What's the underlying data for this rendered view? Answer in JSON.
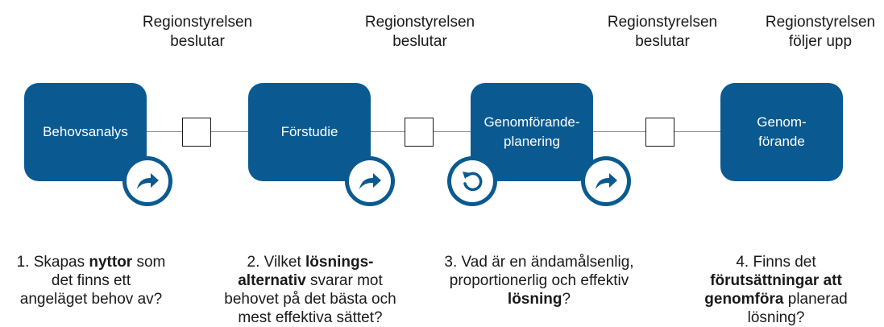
{
  "decisions": [
    {
      "line1": "Regionstyrelsen",
      "line2": "beslutar"
    },
    {
      "line1": "Regionstyrelsen",
      "line2": "beslutar"
    },
    {
      "line1": "Regionstyrelsen",
      "line2": "beslutar"
    },
    {
      "line1": "Regionstyrelsen",
      "line2": "följer upp"
    }
  ],
  "stages": [
    {
      "label": "Behovsanalys"
    },
    {
      "label": "Förstudie"
    },
    {
      "label": "Genomförande-\nplanering"
    },
    {
      "label": "Genom-\nförande"
    }
  ],
  "badges": [
    {
      "icon": "forward-arrow-icon"
    },
    {
      "icon": "forward-arrow-icon"
    },
    {
      "icon": "loop-back-icon"
    },
    {
      "icon": "forward-arrow-icon"
    }
  ],
  "questions": [
    {
      "l1_a": "1. Skapas ",
      "l1_b": "nyttor",
      "l1_c": " som",
      "l2": "det finns ett",
      "l3": "angeläget behov av?"
    },
    {
      "l1_a": "2. Vilket ",
      "l1_b": "lösnings-",
      "l2_a": "alternativ",
      "l2_b": " svarar mot",
      "l3": "behovet på det bästa och",
      "l4": "mest effektiva sättet?"
    },
    {
      "l1": "3. Vad är en ändamålsenlig,",
      "l2": "proportionerlig och effektiv",
      "l3_a": "lösning",
      "l3_b": "?"
    },
    {
      "l1": "4. Finns det",
      "l2": "förutsättningar att",
      "l3_a": "genomföra",
      "l3_b": " planerad",
      "l4": "lösning?"
    }
  ],
  "colors": {
    "stage_fill": "#0a5a91",
    "line": "#8c8c8c",
    "text": "#1a1a1a"
  }
}
